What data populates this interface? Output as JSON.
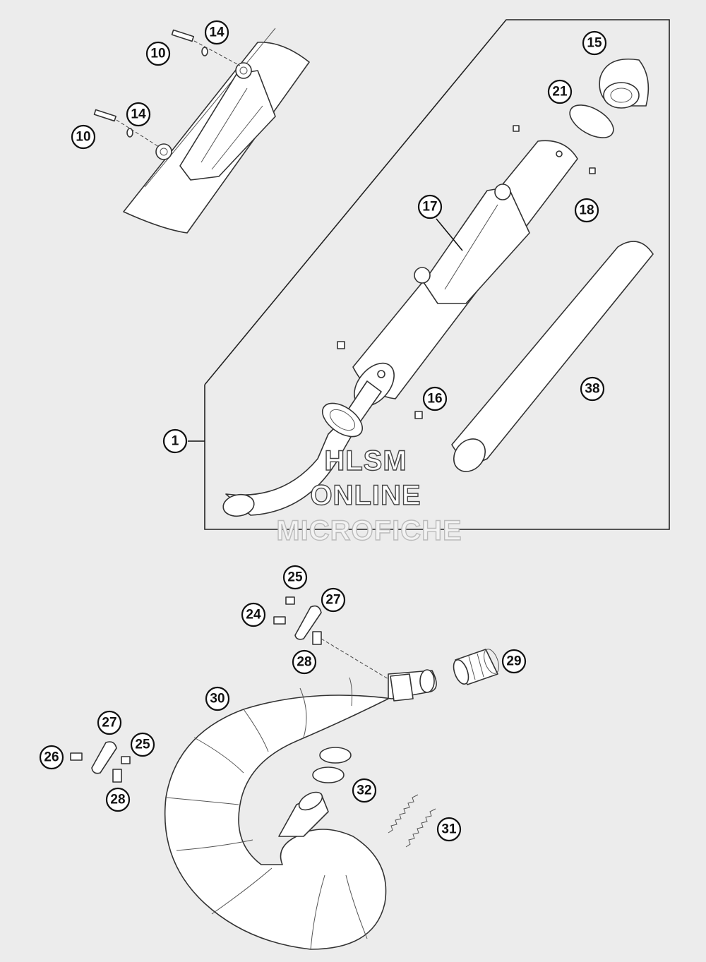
{
  "diagram": {
    "callouts": [
      "14",
      "10",
      "14",
      "10",
      "15",
      "21",
      "17",
      "18",
      "16",
      "38",
      "1",
      "25",
      "27",
      "24",
      "28",
      "29",
      "30",
      "27",
      "25",
      "26",
      "28",
      "32",
      "31"
    ]
  },
  "watermark": {
    "line1": "HLSM",
    "line2": "ONLINE",
    "line3": "MICROFICHE"
  }
}
